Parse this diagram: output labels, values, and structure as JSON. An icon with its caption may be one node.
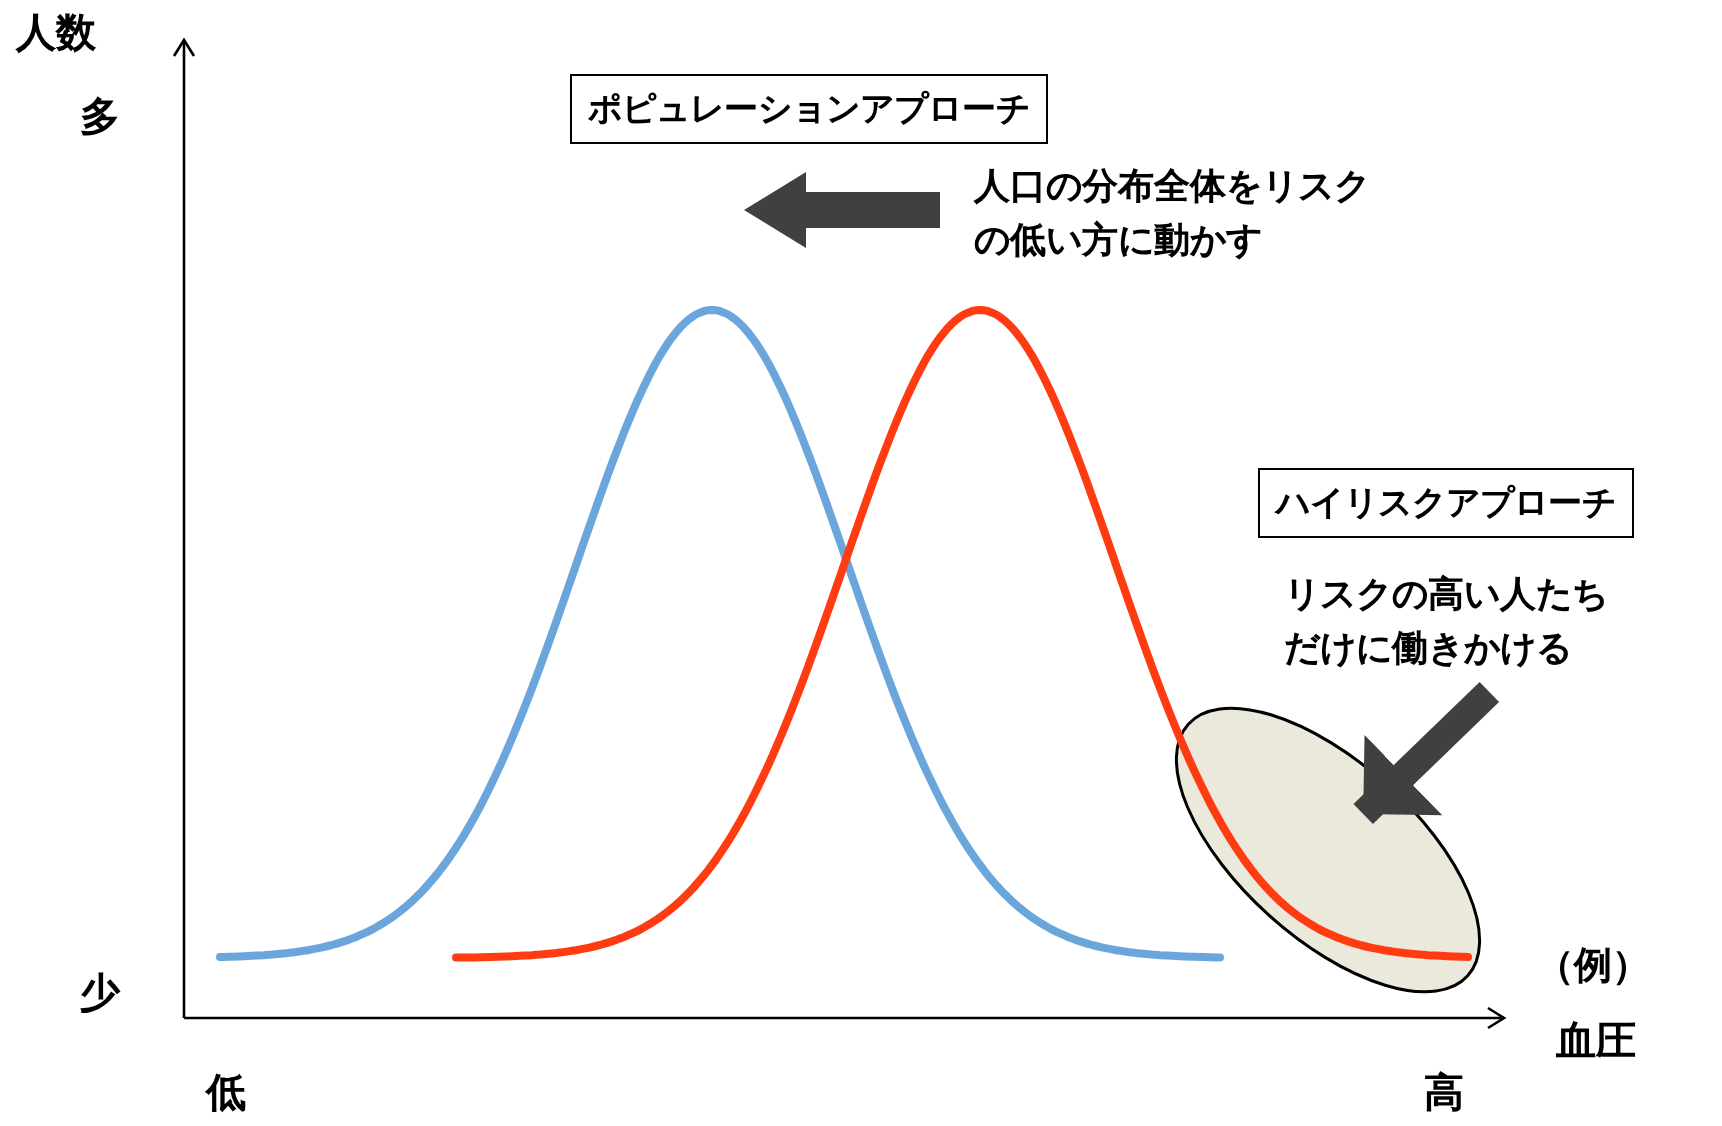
{
  "diagram": {
    "nodes": [
      {
        "text": [
          "ポピュレーションアプローチ"
        ]
      },
      {
        "text": [
          "人口の分布全体をリスクの低い方に動かす"
        ]
      },
      {
        "text": [
          "ハイリスクアプローチ"
        ]
      },
      {
        "text": [
          "リスクの高い人たちだけに働きかける"
        ]
      },
      {
        "text": [],
        "shape": "ellipse"
      }
    ],
    "edges": [
      {
        "from": 3,
        "to": 4,
        "arrow": "to"
      }
    ],
    "labels": [
      "人数",
      "多",
      "少",
      "低",
      "高",
      "（例）",
      "血圧"
    ]
  }
}
